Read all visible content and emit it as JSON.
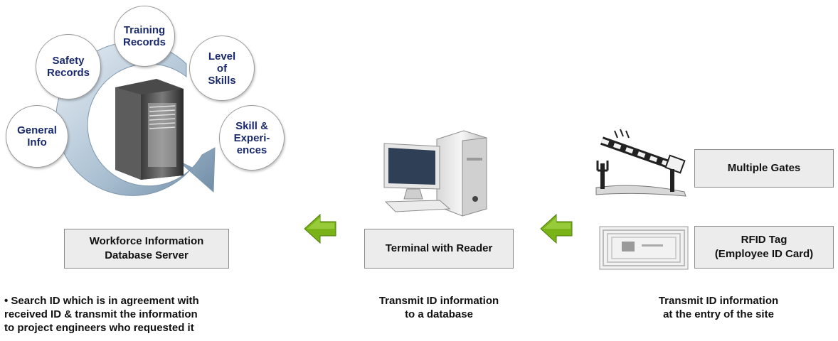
{
  "server_group": {
    "bubbles": [
      {
        "text": "Training\nRecords"
      },
      {
        "text": "Safety\nRecords"
      },
      {
        "text": "Level\nof\nSkills"
      },
      {
        "text": "General\nInfo"
      },
      {
        "text": "Skill &\nExperi-\nences"
      }
    ],
    "label": "Workforce Information\nDatabase Server",
    "caption": "• Search ID which is in agreement with\n  received ID & transmit the information\n  to project engineers who requested it"
  },
  "terminal_group": {
    "label": "Terminal with Reader",
    "caption": "Transmit ID information\nto a database"
  },
  "gate_group": {
    "gates_label": "Multiple Gates",
    "rfid_label": "RFID Tag\n(Employee ID Card)",
    "caption": "Transmit ID information\nat the entry of the site"
  },
  "colors": {
    "bubble_text": "#1a2a6e",
    "arrow_green": "#7ab317",
    "cycle_arrow": "#8fa9bf"
  }
}
